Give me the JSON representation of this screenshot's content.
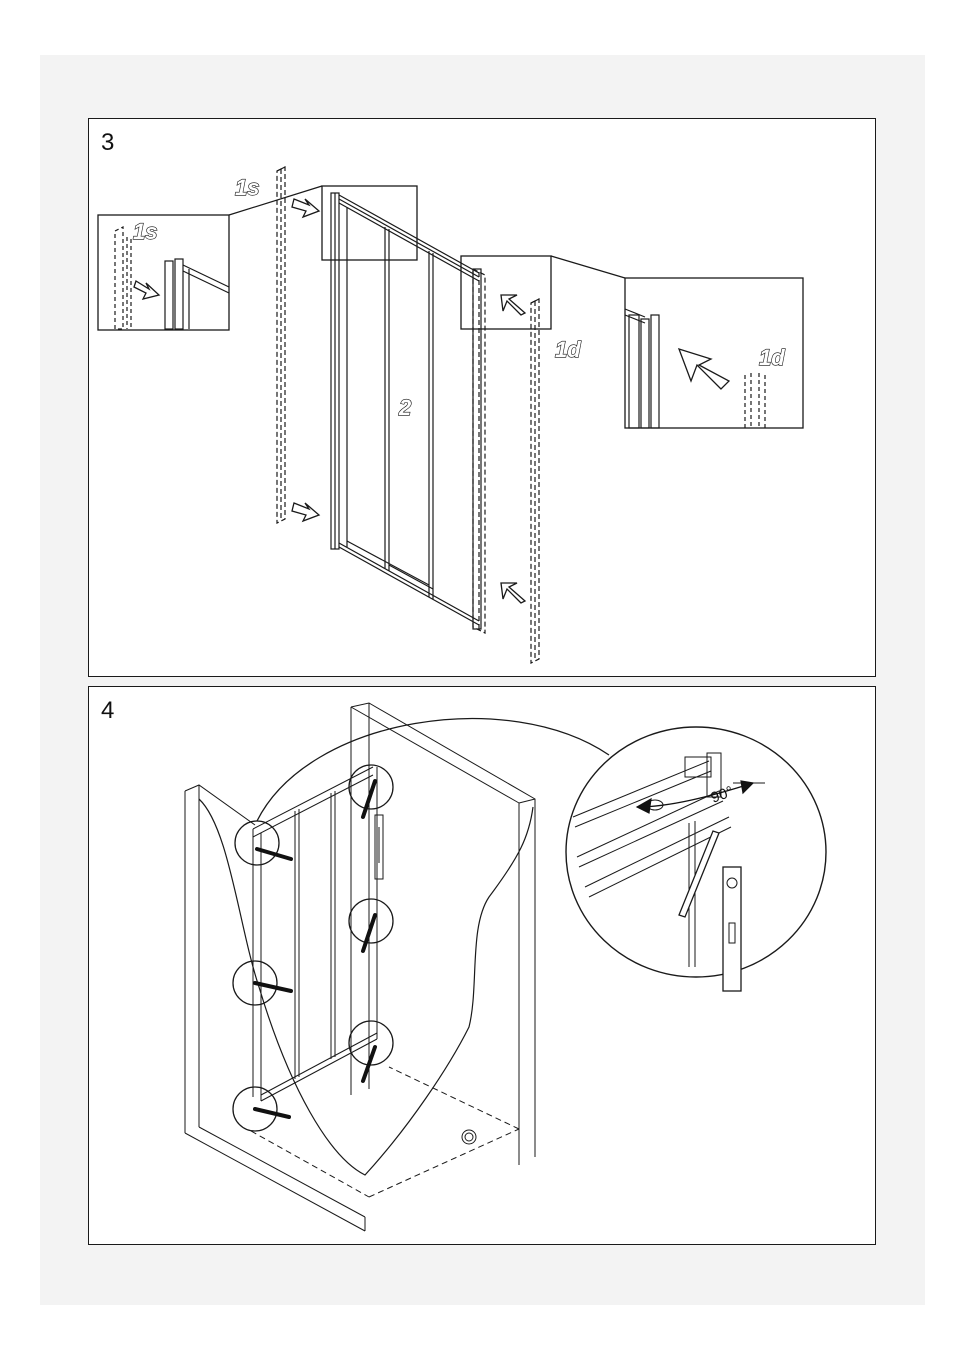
{
  "step3": {
    "number": "3",
    "labels": {
      "left_profile": "1s",
      "left_profile_detail": "1s",
      "right_profile": "1d",
      "right_profile_detail": "1d",
      "door": "2"
    }
  },
  "step4": {
    "number": "4",
    "angle_label": "90°"
  },
  "colors": {
    "line": "#1a1a1a",
    "background": "#ffffff",
    "sheet": "#f3f3f3"
  }
}
